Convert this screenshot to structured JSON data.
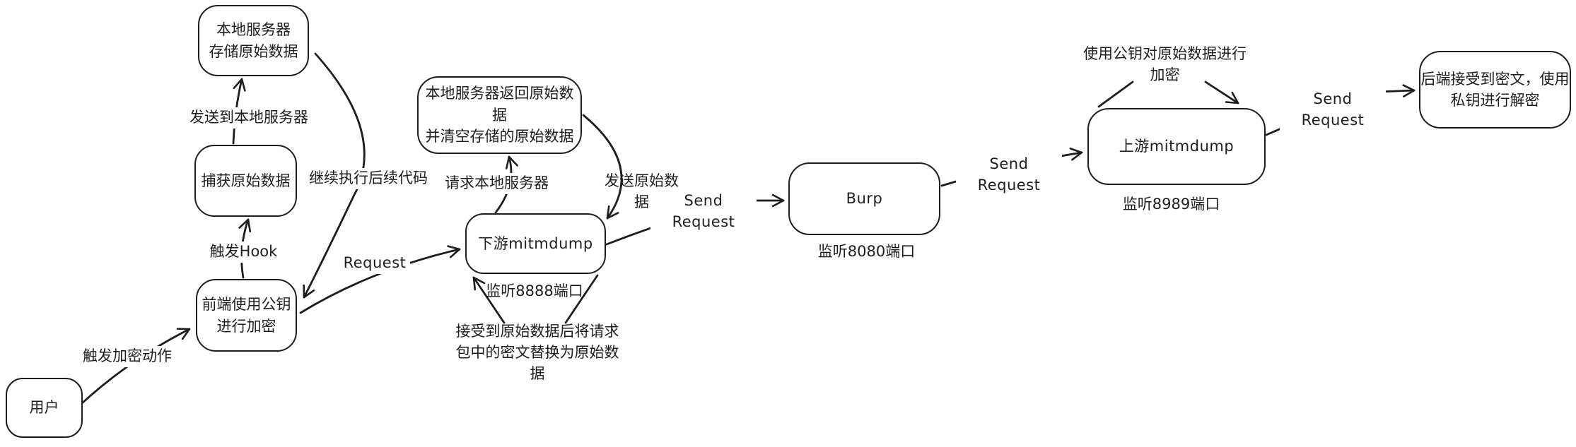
{
  "canvas": {
    "background": "#ffffff",
    "stroke_color": "#1e1e1e"
  },
  "nodes": [
    {
      "id": "local-store",
      "label": "本地服务器\n存储原始数据"
    },
    {
      "id": "capture",
      "label": "捕获原始数据"
    },
    {
      "id": "frontend-encrypt",
      "label": "前端使用公钥\n进行加密"
    },
    {
      "id": "user",
      "label": "用户"
    },
    {
      "id": "local-return",
      "label": "本地服务器返回原始数据\n并清空存储的原始数据"
    },
    {
      "id": "downstream-mitmdump",
      "label": "下游mitmdump"
    },
    {
      "id": "burp",
      "label": "Burp"
    },
    {
      "id": "upstream-mitmdump",
      "label": "上游mitmdump"
    },
    {
      "id": "backend-decrypt",
      "label": "后端接受到密文，使用\n私钥进行解密"
    }
  ],
  "labels": [
    {
      "id": "send-to-local-server",
      "text": "发送到本地服务器"
    },
    {
      "id": "continue-code",
      "text": "继续执行后续代码"
    },
    {
      "id": "trigger-hook",
      "text": "触发Hook"
    },
    {
      "id": "trigger-encrypt",
      "text": "触发加密动作"
    },
    {
      "id": "request",
      "text": "Request"
    },
    {
      "id": "request-local-server",
      "text": "请求本地服务器"
    },
    {
      "id": "send-raw-data",
      "text": "发送原始数据"
    },
    {
      "id": "listen-8888",
      "text": "监听8888端口"
    },
    {
      "id": "replace-note",
      "text": "接受到原始数据后将请求\n包中的密文替换为原始数\n据"
    },
    {
      "id": "send-request-1",
      "text": "Send Request"
    },
    {
      "id": "listen-8080",
      "text": "监听8080端口"
    },
    {
      "id": "send-request-2",
      "text": "Send Request"
    },
    {
      "id": "encrypt-with-pubkey",
      "text": "使用公钥对原始数据进行\n加密"
    },
    {
      "id": "listen-8989",
      "text": "监听8989端口"
    },
    {
      "id": "send-request-3",
      "text": "Send Request"
    }
  ]
}
